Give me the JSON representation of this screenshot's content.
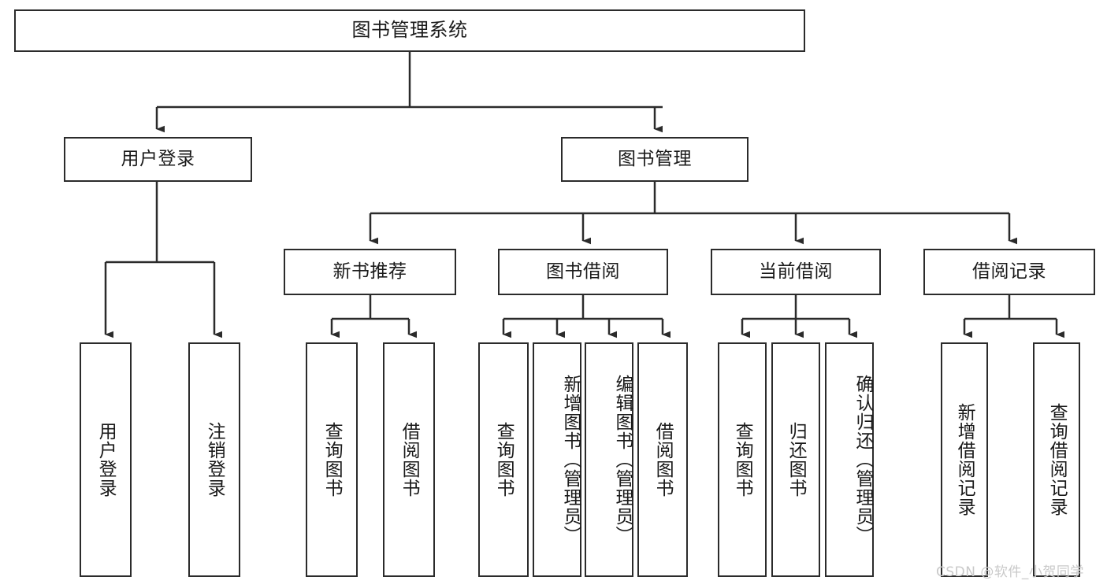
{
  "diagram": {
    "title": "图书管理系统",
    "type": "功能结构图",
    "colors": {
      "stroke": "#2b2b2b",
      "fill": "#ffffff",
      "text": "#1a1a1a",
      "watermark": "#c9c9c9"
    },
    "watermark": "CSDN @软件_小贺同学"
  },
  "nodes": {
    "root": {
      "label": "图书管理系统"
    },
    "level2": [
      {
        "id": "user-login",
        "label": "用户登录"
      },
      {
        "id": "book-manage",
        "label": "图书管理"
      }
    ],
    "level3": [
      {
        "id": "new-book-recommend",
        "label": "新书推荐"
      },
      {
        "id": "book-borrow",
        "label": "图书借阅"
      },
      {
        "id": "current-borrow",
        "label": "当前借阅"
      },
      {
        "id": "borrow-record",
        "label": "借阅记录"
      }
    ],
    "leaves": {
      "user_login": [
        {
          "id": "leaf-user-login",
          "label": "用户登录"
        },
        {
          "id": "leaf-logout-login",
          "label": "注销登录"
        }
      ],
      "new_book_recommend": [
        {
          "id": "leaf-query-book-1",
          "label": "查询图书"
        },
        {
          "id": "leaf-borrow-book-1",
          "label": "借阅图书"
        }
      ],
      "book_borrow": [
        {
          "id": "leaf-query-book-2",
          "label": "查询图书"
        },
        {
          "id": "leaf-add-book",
          "label": "新增图书（管理员）"
        },
        {
          "id": "leaf-edit-book",
          "label": "编辑图书（管理员）"
        },
        {
          "id": "leaf-borrow-book-2",
          "label": "借阅图书"
        }
      ],
      "current_borrow": [
        {
          "id": "leaf-query-book-3",
          "label": "查询图书"
        },
        {
          "id": "leaf-return-book",
          "label": "归还图书"
        },
        {
          "id": "leaf-confirm-return",
          "label": "确认归还（管理员）"
        }
      ],
      "borrow_record": [
        {
          "id": "leaf-add-record",
          "label": "新增借阅记录"
        },
        {
          "id": "leaf-query-record",
          "label": "查询借阅记录"
        }
      ]
    }
  }
}
